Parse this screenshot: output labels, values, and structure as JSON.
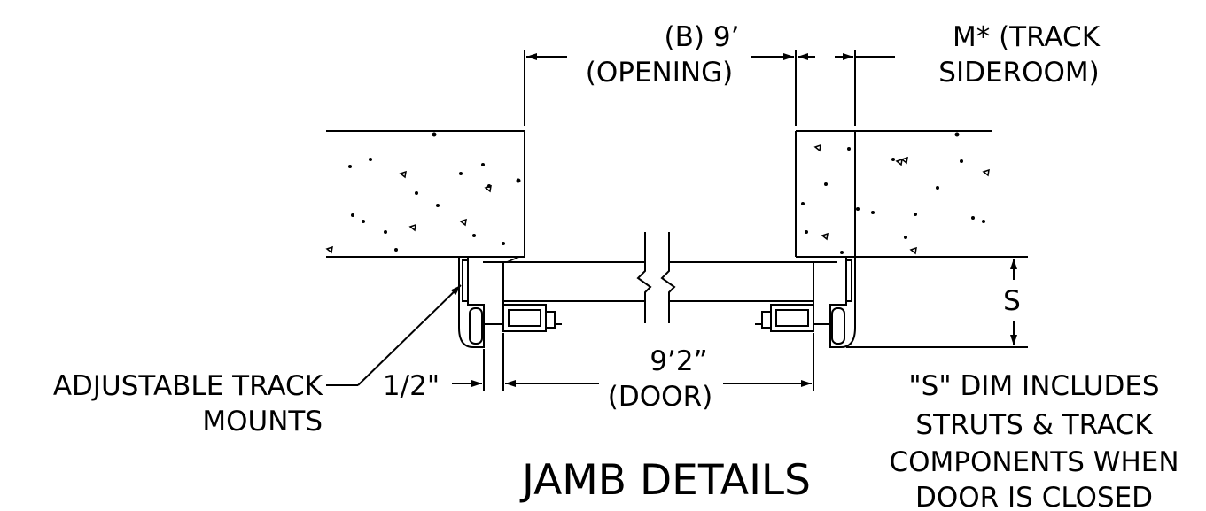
{
  "labels": {
    "opening_line1": "(B) 9’",
    "opening_line2": "(OPENING)",
    "sideroom_line1": "M* (TRACK",
    "sideroom_line2": "SIDEROOM)",
    "s_label": "S",
    "door_line1": "9’2”",
    "door_line2": "(DOOR)",
    "half_inch": "1/2\"",
    "mounts_line1": "ADJUSTABLE TRACK",
    "mounts_line2": "MOUNTS",
    "note_line1": "\"S\" DIM INCLUDES",
    "note_line2": "STRUTS & TRACK",
    "note_line3": "COMPONENTS WHEN",
    "note_line4": "DOOR IS CLOSED"
  },
  "title": "JAMB DETAILS"
}
